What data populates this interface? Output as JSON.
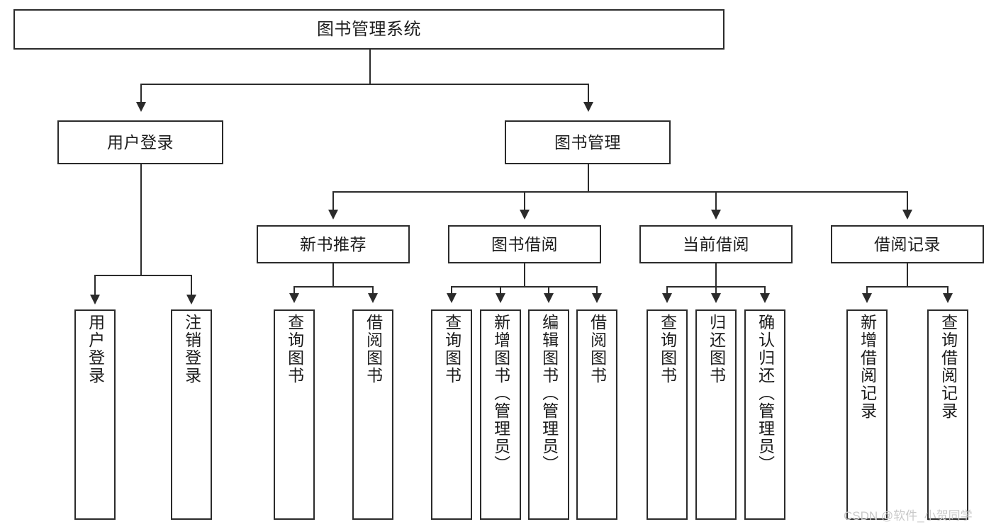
{
  "diagram": {
    "title": "图书管理系统",
    "type": "tree-hierarchy-diagram",
    "colors": {
      "stroke": "#2b2b2b",
      "fill": "#ffffff",
      "text": "#1c1c1c",
      "watermark": "#c9c9c9"
    },
    "root": {
      "label": "图书管理系统"
    },
    "level2": [
      {
        "label": "用户登录"
      },
      {
        "label": "图书管理"
      }
    ],
    "level3": [
      {
        "label": "新书推荐"
      },
      {
        "label": "图书借阅"
      },
      {
        "label": "当前借阅"
      },
      {
        "label": "借阅记录"
      }
    ],
    "leaves": {
      "user_login": [
        {
          "label": "用户登录"
        },
        {
          "label": "注销登录"
        }
      ],
      "new_book_recommend": [
        {
          "label": "查询图书"
        },
        {
          "label": "借阅图书"
        }
      ],
      "book_borrow": [
        {
          "label": "查询图书"
        },
        {
          "label": "新增图书（管理员）"
        },
        {
          "label": "编辑图书（管理员）"
        },
        {
          "label": "借阅图书"
        }
      ],
      "current_borrow": [
        {
          "label": "查询图书"
        },
        {
          "label": "归还图书"
        },
        {
          "label": "确认归还（管理员）"
        }
      ],
      "borrow_record": [
        {
          "label": "新增借阅记录"
        },
        {
          "label": "查询借阅记录"
        }
      ]
    }
  },
  "watermark": {
    "text": "CSDN @软件_小贺同学"
  }
}
